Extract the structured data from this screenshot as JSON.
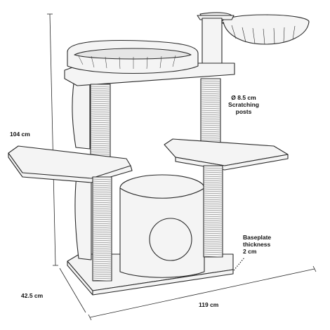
{
  "labels": {
    "height": "104 cm",
    "depth": "42.5 cm",
    "width": "119 cm",
    "post_diameter": "Ø 8.5 cm",
    "post_caption_1": "Scratching",
    "post_caption_2": "posts",
    "base_caption_1": "Baseplate",
    "base_caption_2": "thickness",
    "base_caption_3": "2 cm"
  },
  "colors": {
    "line": "#2a2a2a",
    "fill": "#f4f4f4",
    "rope": "#6a6a6a"
  }
}
